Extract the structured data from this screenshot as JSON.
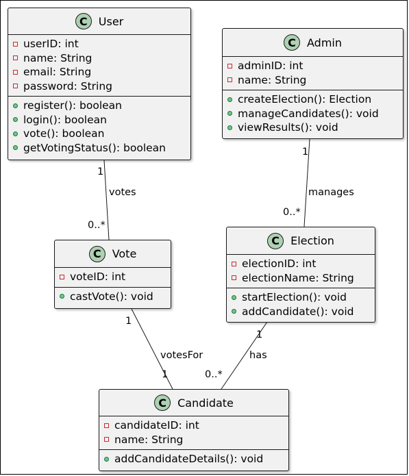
{
  "diagram": {
    "classes": [
      {
        "id": "user",
        "name": "User",
        "badge": "C",
        "attributes": [
          {
            "visibility": "private",
            "text": "userID: int"
          },
          {
            "visibility": "private",
            "text": "name: String"
          },
          {
            "visibility": "private",
            "text": "email: String"
          },
          {
            "visibility": "private",
            "text": "password: String"
          }
        ],
        "methods": [
          {
            "visibility": "public",
            "text": "register(): boolean"
          },
          {
            "visibility": "public",
            "text": "login(): boolean"
          },
          {
            "visibility": "public",
            "text": "vote(): boolean"
          },
          {
            "visibility": "public",
            "text": "getVotingStatus(): boolean"
          }
        ]
      },
      {
        "id": "admin",
        "name": "Admin",
        "badge": "C",
        "attributes": [
          {
            "visibility": "private",
            "text": "adminID: int"
          },
          {
            "visibility": "private",
            "text": "name: String"
          }
        ],
        "methods": [
          {
            "visibility": "public",
            "text": "createElection(): Election"
          },
          {
            "visibility": "public",
            "text": "manageCandidates(): void"
          },
          {
            "visibility": "public",
            "text": "viewResults(): void"
          }
        ]
      },
      {
        "id": "vote",
        "name": "Vote",
        "badge": "C",
        "attributes": [
          {
            "visibility": "private",
            "text": "voteID: int"
          }
        ],
        "methods": [
          {
            "visibility": "public",
            "text": "castVote(): void"
          }
        ]
      },
      {
        "id": "election",
        "name": "Election",
        "badge": "C",
        "attributes": [
          {
            "visibility": "private",
            "text": "electionID: int"
          },
          {
            "visibility": "private",
            "text": "electionName: String"
          }
        ],
        "methods": [
          {
            "visibility": "public",
            "text": "startElection(): void"
          },
          {
            "visibility": "public",
            "text": "addCandidate(): void"
          }
        ]
      },
      {
        "id": "candidate",
        "name": "Candidate",
        "badge": "C",
        "attributes": [
          {
            "visibility": "private",
            "text": "candidateID: int"
          },
          {
            "visibility": "private",
            "text": "name: String"
          }
        ],
        "methods": [
          {
            "visibility": "public",
            "text": "addCandidateDetails(): void"
          }
        ]
      }
    ],
    "associations": [
      {
        "from": "user",
        "to": "vote",
        "label": "votes",
        "from_mult": "1",
        "to_mult": "0..*"
      },
      {
        "from": "admin",
        "to": "election",
        "label": "manages",
        "from_mult": "1",
        "to_mult": "0..*"
      },
      {
        "from": "vote",
        "to": "candidate",
        "label": "votesFor",
        "from_mult": "1",
        "to_mult": "1"
      },
      {
        "from": "election",
        "to": "candidate",
        "label": "has",
        "from_mult": "1",
        "to_mult": "0..*"
      }
    ],
    "colors": {
      "class_fill": "#f1f1f1",
      "border": "#181818",
      "badge_fill": "#add1b2",
      "private_marker": "#c82930",
      "public_marker": "#84be84"
    }
  }
}
